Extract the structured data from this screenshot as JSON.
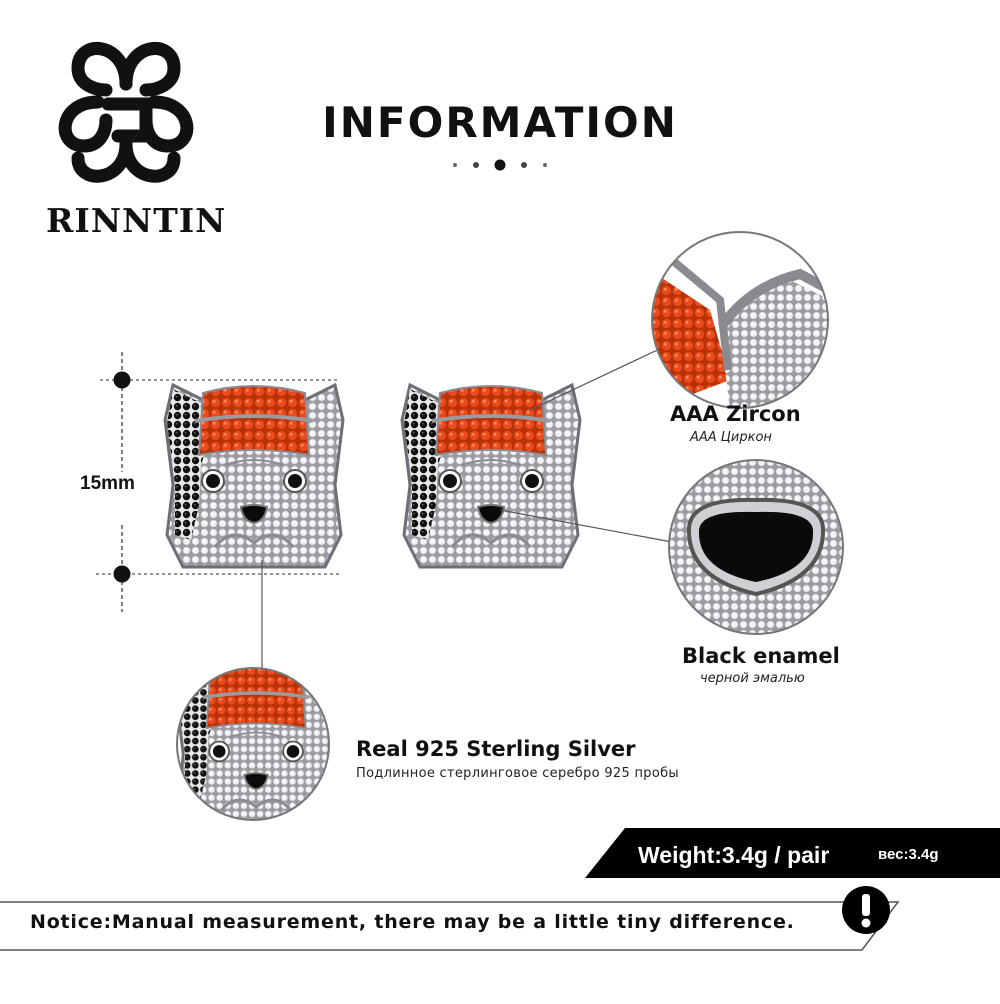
{
  "brand": {
    "name": "RINNTIN",
    "logo_icon": "quatrefoil-g-logo"
  },
  "header": {
    "title": "INFORMATION"
  },
  "measurement": {
    "label": "15mm"
  },
  "features": {
    "zircon": {
      "title": "AAA  Zircon",
      "subtitle": "AAA Циркон"
    },
    "enamel": {
      "title": "Black enamel",
      "subtitle": "черной эмалью"
    },
    "silver": {
      "title": "Real 925  Sterling  Silver",
      "subtitle": "Подлинное стерлинговое серебро 925 пробы"
    }
  },
  "weight": {
    "label": "Weight:3.4g / pair",
    "sub_label": "вес:3.4g"
  },
  "notice": {
    "text": "Notice:Manual measurement, there may be a little tiny difference.",
    "icon": "exclamation-icon"
  },
  "colors": {
    "accent_orange": "#e8451c",
    "enamel_black": "#0a0a0a",
    "banner_black": "#000000",
    "silver": "#c8c8cc"
  }
}
